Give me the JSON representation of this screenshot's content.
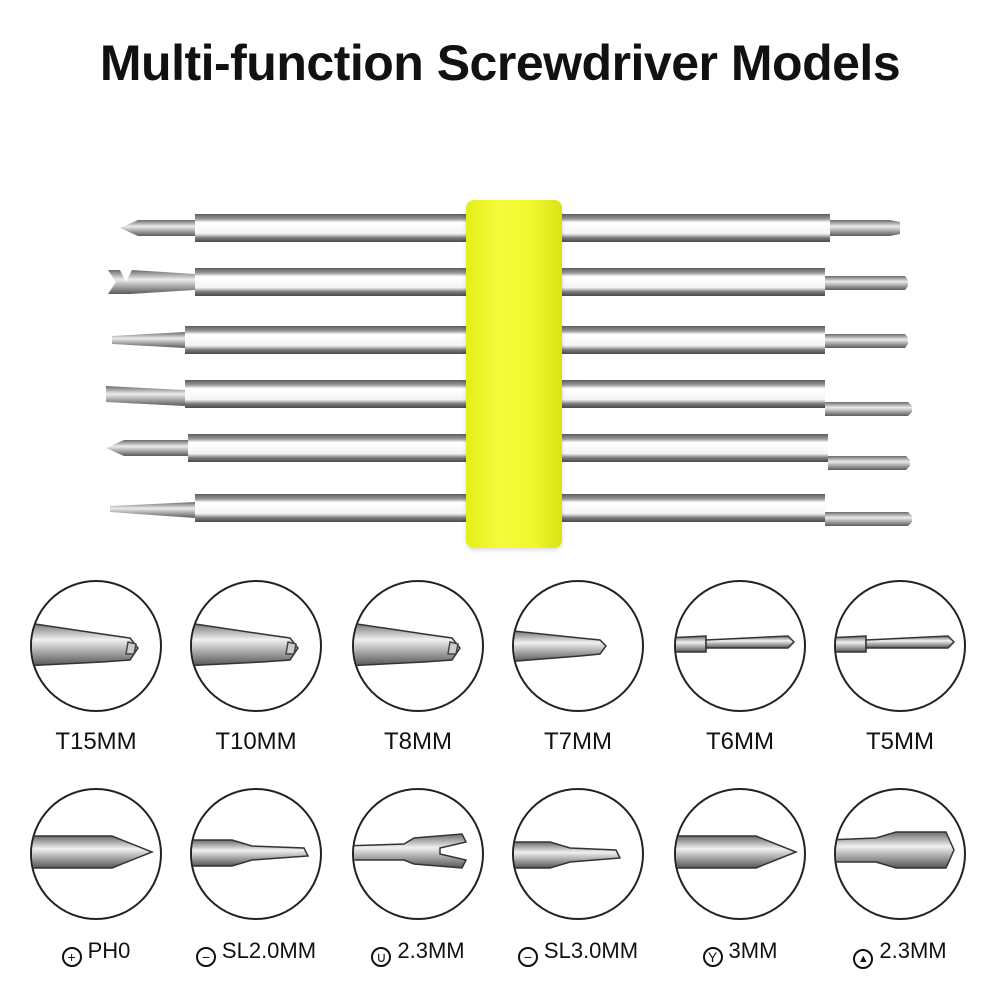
{
  "title": "Multi-function Screwdriver Models",
  "colors": {
    "holder": "#f0f82c",
    "shaft": "#8a8a8a",
    "outline": "#222222"
  },
  "tips_row1": [
    {
      "label": "T15MM",
      "icon": "torx-bit-icon"
    },
    {
      "label": "T10MM",
      "icon": "torx-bit-icon"
    },
    {
      "label": "T8MM",
      "icon": "torx-bit-icon"
    },
    {
      "label": "T7MM",
      "icon": "torx-bit-icon"
    },
    {
      "label": "T6MM",
      "icon": "torx-bit-icon"
    },
    {
      "label": "T5MM",
      "icon": "torx-bit-icon"
    }
  ],
  "tips_row2": [
    {
      "label": "PH0",
      "symbol": "+",
      "icon": "phillips-bit-icon"
    },
    {
      "label": "SL2.0MM",
      "symbol": "−",
      "icon": "slotted-bit-icon"
    },
    {
      "label": "2.3MM",
      "symbol": "∪",
      "icon": "u-bit-icon"
    },
    {
      "label": "SL3.0MM",
      "symbol": "−",
      "icon": "slotted-bit-icon"
    },
    {
      "label": "3MM",
      "symbol": "Y",
      "icon": "y-bit-icon"
    },
    {
      "label": "2.3MM",
      "symbol": "▲",
      "icon": "triangle-bit-icon"
    }
  ]
}
